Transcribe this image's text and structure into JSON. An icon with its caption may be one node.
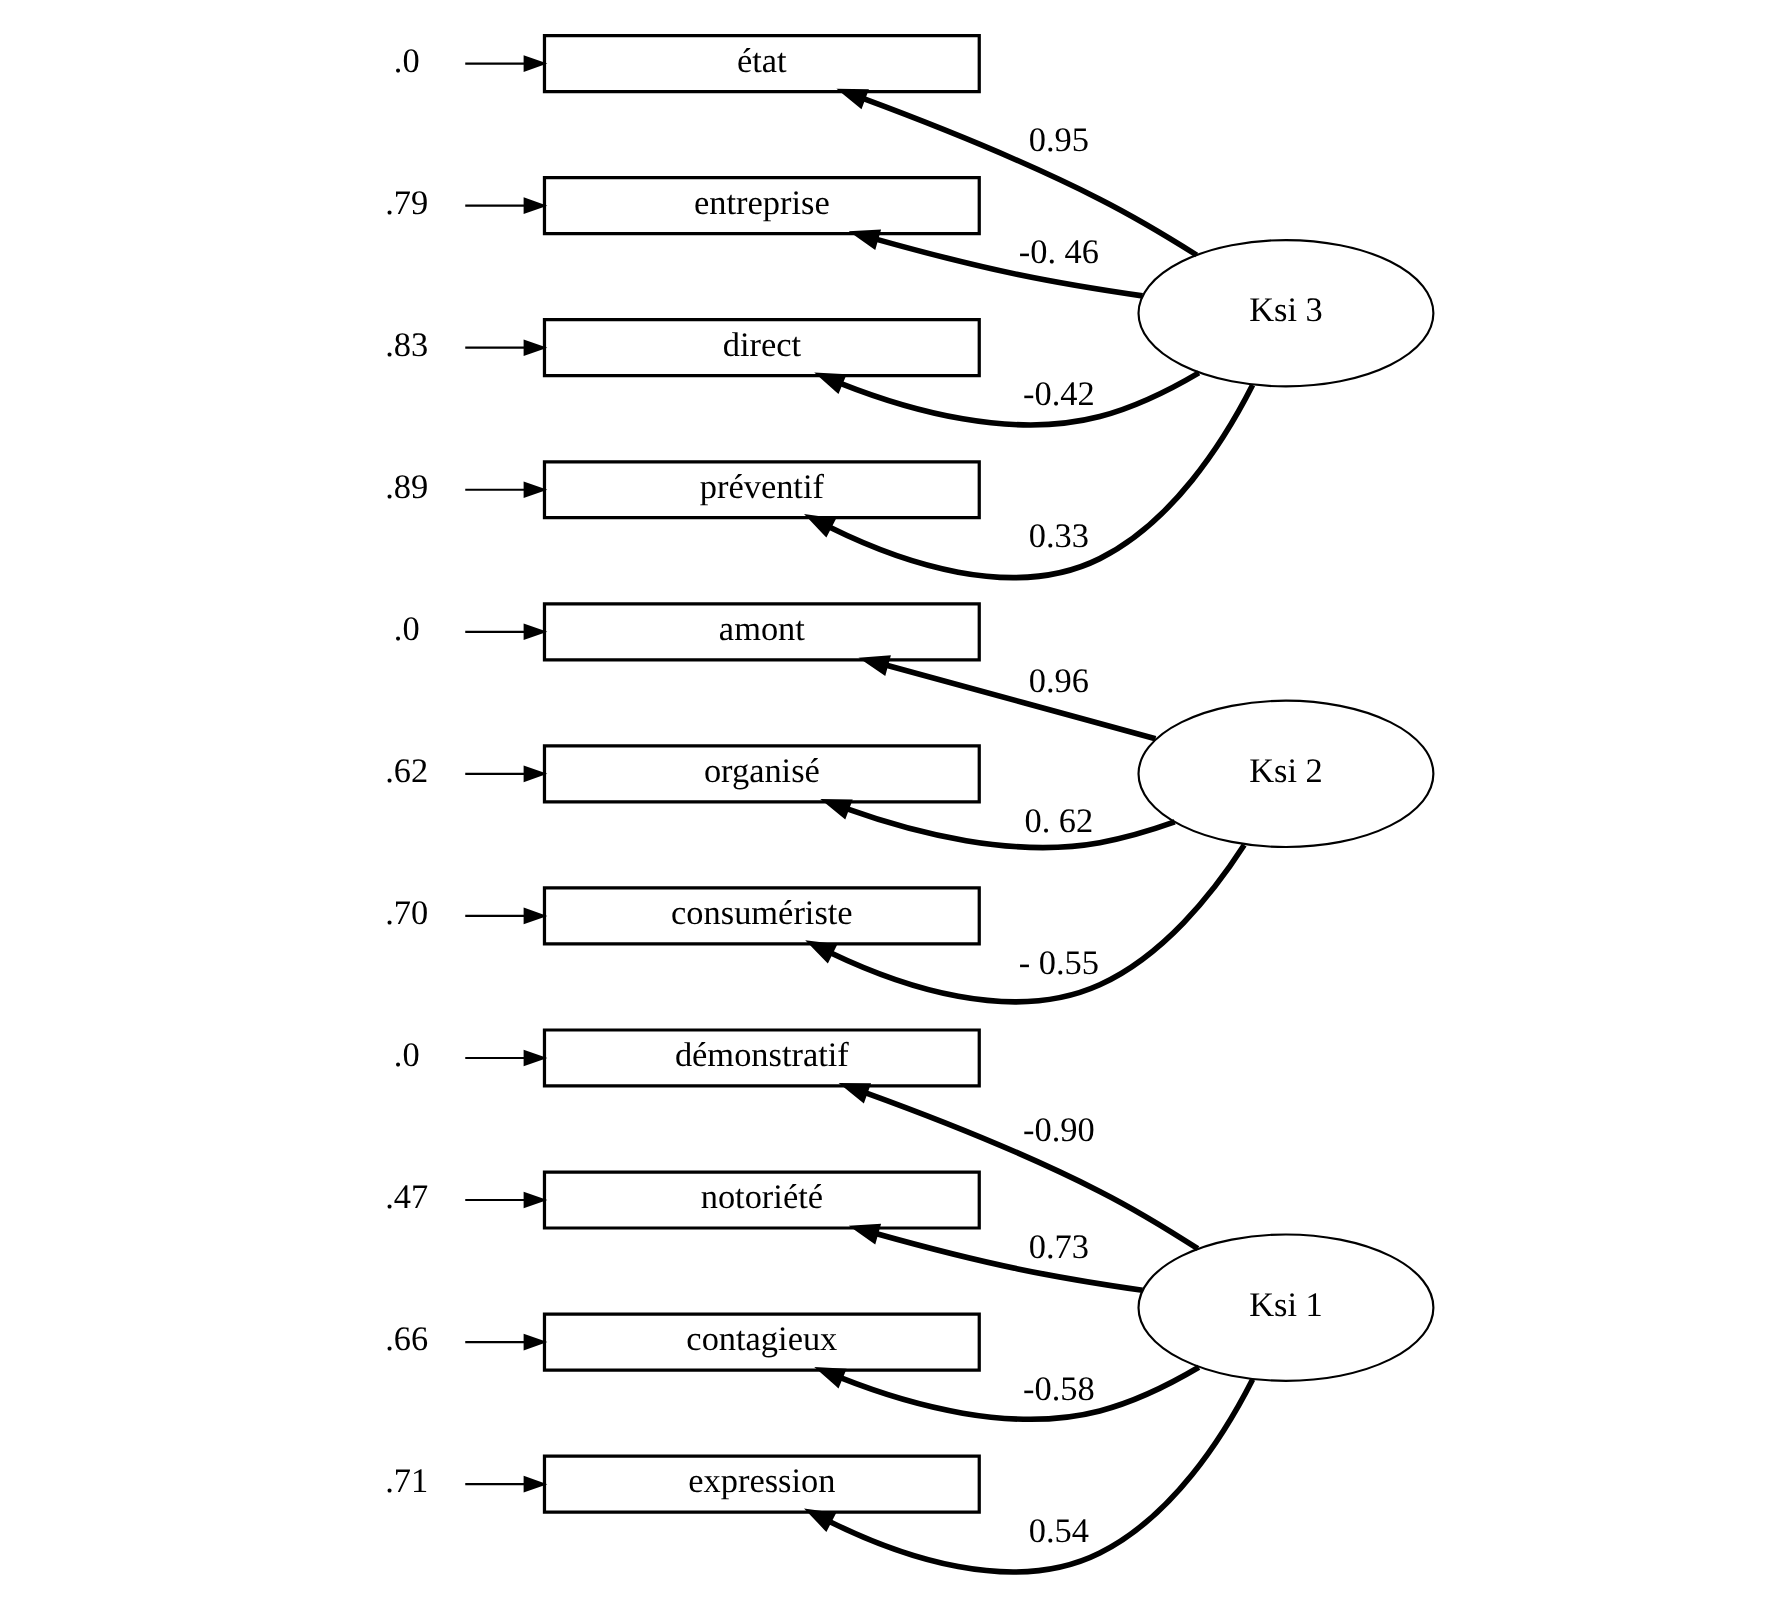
{
  "diagram": {
    "nodes": [
      {
        "text": [
          ".0"
        ]
      },
      {
        "text": [
          "démonstratif"
        ]
      },
      {
        "text": [
          ".47"
        ]
      },
      {
        "text": [
          "notoriété"
        ]
      },
      {
        "text": [
          ".66"
        ]
      },
      {
        "text": [
          "contagieux"
        ]
      },
      {
        "text": [
          ".71"
        ]
      },
      {
        "text": [
          "expression"
        ]
      },
      {
        "text": [
          "Ksi 1"
        ]
      },
      {
        "text": [
          ".0"
        ]
      },
      {
        "text": [
          "amont"
        ]
      },
      {
        "text": [
          ".62"
        ]
      },
      {
        "text": [
          "organisé"
        ]
      },
      {
        "text": [
          ".70"
        ]
      },
      {
        "text": [
          "consumériste"
        ]
      },
      {
        "text": [
          "Ksi 2"
        ]
      },
      {
        "text": [
          ".0"
        ]
      },
      {
        "text": [
          "état"
        ]
      },
      {
        "text": [
          ".79"
        ]
      },
      {
        "text": [
          "entreprise"
        ]
      },
      {
        "text": [
          ".83"
        ]
      },
      {
        "text": [
          "direct"
        ]
      },
      {
        "text": [
          ".89"
        ]
      },
      {
        "text": [
          "préventif"
        ]
      },
      {
        "text": [
          "Ksi 3"
        ]
      }
    ],
    "edges": [
      {
        "from": 0,
        "to": 1,
        "arrow": "to"
      },
      {
        "from": 2,
        "to": 3,
        "arrow": "to"
      },
      {
        "from": 4,
        "to": 5,
        "arrow": "to"
      },
      {
        "from": 6,
        "to": 7,
        "arrow": "to"
      },
      {
        "from": 8,
        "to": 1,
        "arrow": "to",
        "label": "-0.90",
        "style": "thick"
      },
      {
        "from": 8,
        "to": 3,
        "arrow": "to",
        "label": "0.73",
        "style": "thick"
      },
      {
        "from": 8,
        "to": 5,
        "arrow": "to",
        "label": "-0.58",
        "style": "thick"
      },
      {
        "from": 8,
        "to": 7,
        "arrow": "to",
        "label": "0.54",
        "style": "thick"
      },
      {
        "from": 9,
        "to": 10,
        "arrow": "to"
      },
      {
        "from": 11,
        "to": 12,
        "arrow": "to"
      },
      {
        "from": 13,
        "to": 14,
        "arrow": "to"
      },
      {
        "from": 15,
        "to": 10,
        "arrow": "to",
        "label": "0.96",
        "style": "thick"
      },
      {
        "from": 15,
        "to": 12,
        "arrow": "to",
        "label": "0. 62",
        "style": "thick"
      },
      {
        "from": 15,
        "to": 14,
        "arrow": "to",
        "label": "- 0.55",
        "style": "thick"
      },
      {
        "from": 16,
        "to": 17,
        "arrow": "to"
      },
      {
        "from": 18,
        "to": 19,
        "arrow": "to"
      },
      {
        "from": 20,
        "to": 21,
        "arrow": "to"
      },
      {
        "from": 22,
        "to": 23,
        "arrow": "to"
      },
      {
        "from": 24,
        "to": 17,
        "arrow": "to",
        "label": "0.95",
        "style": "thick"
      },
      {
        "from": 24,
        "to": 19,
        "arrow": "to",
        "label": "-0. 46",
        "style": "thick"
      },
      {
        "from": 24,
        "to": 21,
        "arrow": "to",
        "label": "-0.42",
        "style": "thick"
      },
      {
        "from": 24,
        "to": 23,
        "arrow": "to",
        "label": "0.33",
        "style": "thick"
      }
    ]
  }
}
